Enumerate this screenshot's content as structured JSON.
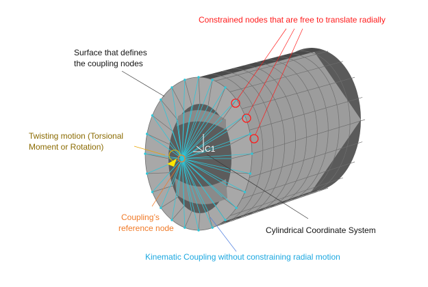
{
  "labels": {
    "constrained": "Constrained nodes that are free to translate radially",
    "surface_line1": "Surface that defines",
    "surface_line2": "the coupling nodes",
    "twist_line1": "Twisting motion (Torsional",
    "twist_line2": "Moment or Rotation)",
    "refnode_line1": "Coupling’s",
    "refnode_line2": "reference node",
    "csys": "Cylindrical Coordinate System",
    "kinematic": "Kinematic Coupling without constraining radial motion",
    "csys_tag": "C1"
  },
  "colors": {
    "constrained": "#ff1a1a",
    "surface": "#111111",
    "twist": "#8a6a00",
    "refnode": "#f07a28",
    "csys": "#111111",
    "kinematic": "#1aa7e0",
    "coupling_lines": "#2fc6d8",
    "mesh": "#9a9a9a"
  }
}
